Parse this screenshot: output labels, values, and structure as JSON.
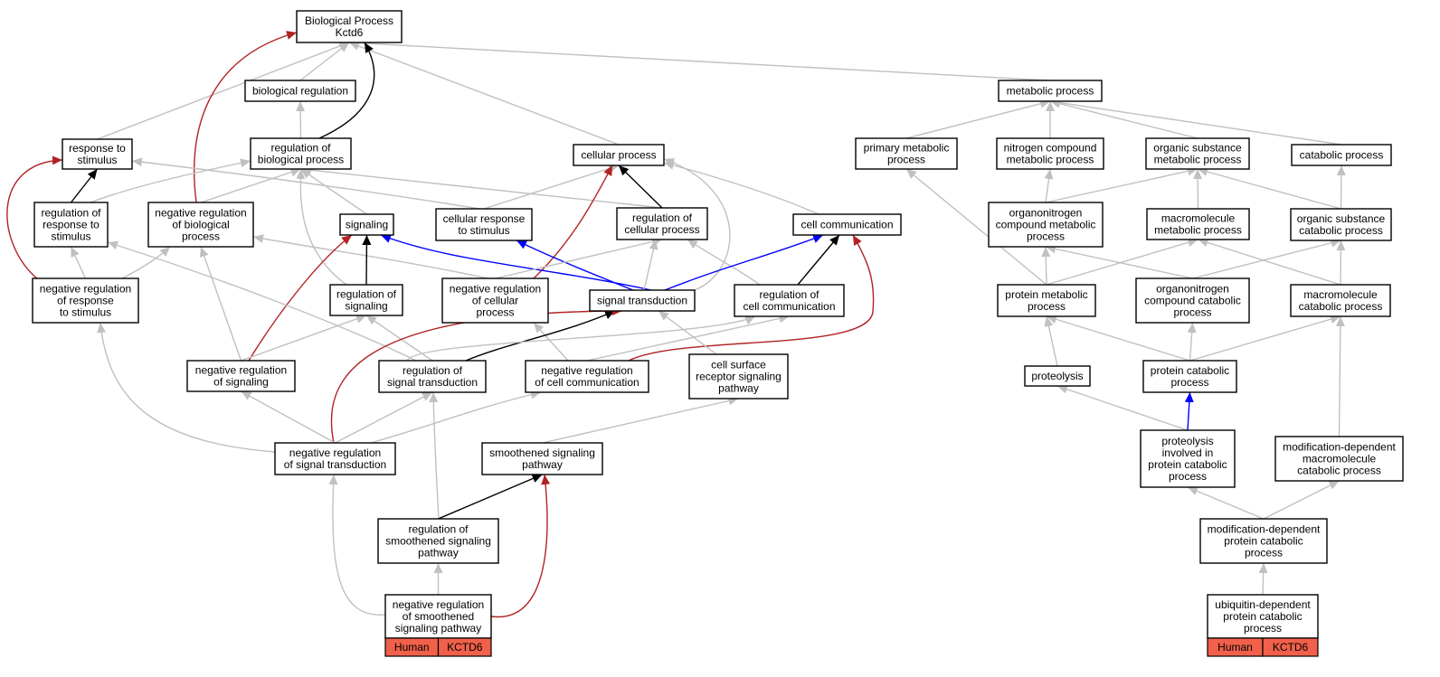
{
  "colors": {
    "is_a": "#c0c0c0",
    "part_of": "#000000",
    "negatively_regulates": "#b22222",
    "positively_regulates": "#0000ff",
    "annotation_fill": "#f0604a"
  },
  "nodes": [
    {
      "id": "root",
      "label": [
        "Biological Process",
        "Kctd6"
      ]
    },
    {
      "id": "bioreg",
      "label": [
        "biological regulation"
      ]
    },
    {
      "id": "metab",
      "label": [
        "metabolic process"
      ]
    },
    {
      "id": "resp",
      "label": [
        "response to",
        "stimulus"
      ]
    },
    {
      "id": "regbio",
      "label": [
        "regulation of",
        "biological process"
      ]
    },
    {
      "id": "cellproc",
      "label": [
        "cellular process"
      ]
    },
    {
      "id": "primmet",
      "label": [
        "primary metabolic",
        "process"
      ]
    },
    {
      "id": "nitromet",
      "label": [
        "nitrogen compound",
        "metabolic process"
      ]
    },
    {
      "id": "orgsubmet",
      "label": [
        "organic substance",
        "metabolic process"
      ]
    },
    {
      "id": "catab",
      "label": [
        "catabolic process"
      ]
    },
    {
      "id": "regresp",
      "label": [
        "regulation of",
        "response to",
        "stimulus"
      ]
    },
    {
      "id": "negregbio",
      "label": [
        "negative regulation",
        "of biological",
        "process"
      ]
    },
    {
      "id": "signaling",
      "label": [
        "signaling"
      ]
    },
    {
      "id": "cellresp",
      "label": [
        "cellular response",
        "to stimulus"
      ]
    },
    {
      "id": "regcell",
      "label": [
        "regulation of",
        "cellular process"
      ]
    },
    {
      "id": "cellcomm",
      "label": [
        "cell communication"
      ]
    },
    {
      "id": "orgnitromet",
      "label": [
        "organonitrogen",
        "compound metabolic",
        "process"
      ]
    },
    {
      "id": "macromet",
      "label": [
        "macromolecule",
        "metabolic process"
      ]
    },
    {
      "id": "orgsubcat",
      "label": [
        "organic substance",
        "catabolic process"
      ]
    },
    {
      "id": "negregresp",
      "label": [
        "negative regulation",
        "of response",
        "to stimulus"
      ]
    },
    {
      "id": "regsig",
      "label": [
        "regulation of",
        "signaling"
      ]
    },
    {
      "id": "negregcell",
      "label": [
        "negative regulation",
        "of cellular",
        "process"
      ]
    },
    {
      "id": "sigtrans",
      "label": [
        "signal transduction"
      ]
    },
    {
      "id": "regcellcomm",
      "label": [
        "regulation of",
        "cell communication"
      ]
    },
    {
      "id": "protmet",
      "label": [
        "protein metabolic",
        "process"
      ]
    },
    {
      "id": "orgnitrocat",
      "label": [
        "organonitrogen",
        "compound catabolic",
        "process"
      ]
    },
    {
      "id": "macrocat",
      "label": [
        "macromolecule",
        "catabolic process"
      ]
    },
    {
      "id": "negregsig",
      "label": [
        "negative regulation",
        "of signaling"
      ]
    },
    {
      "id": "regsigtrans",
      "label": [
        "regulation of",
        "signal transduction"
      ]
    },
    {
      "id": "negregcellcomm",
      "label": [
        "negative regulation",
        "of cell communication"
      ]
    },
    {
      "id": "cellsurf",
      "label": [
        "cell surface",
        "receptor signaling",
        "pathway"
      ]
    },
    {
      "id": "proteolysis",
      "label": [
        "proteolysis"
      ]
    },
    {
      "id": "protcat",
      "label": [
        "protein catabolic",
        "process"
      ]
    },
    {
      "id": "negregsigtrans",
      "label": [
        "negative regulation",
        "of signal transduction"
      ]
    },
    {
      "id": "smooth",
      "label": [
        "smoothened signaling",
        "pathway"
      ]
    },
    {
      "id": "proteolysiscat",
      "label": [
        "proteolysis",
        "involved in",
        "protein catabolic",
        "process"
      ]
    },
    {
      "id": "moddepmacro",
      "label": [
        "modification-dependent",
        "macromolecule",
        "catabolic process"
      ]
    },
    {
      "id": "regsmooth",
      "label": [
        "regulation of",
        "smoothened signaling",
        "pathway"
      ]
    },
    {
      "id": "moddepprot",
      "label": [
        "modification-dependent",
        "protein catabolic",
        "process"
      ]
    },
    {
      "id": "negregsmooth",
      "label": [
        "negative regulation",
        "of smoothened",
        "signaling pathway"
      ]
    },
    {
      "id": "ubiq",
      "label": [
        "ubiquitin-dependent",
        "protein catabolic",
        "process"
      ]
    }
  ],
  "annotations": [
    {
      "node": "negregsmooth",
      "species": "Human",
      "gene": "KCTD6"
    },
    {
      "node": "ubiq",
      "species": "Human",
      "gene": "KCTD6"
    }
  ],
  "edges": [
    {
      "from": "bioreg",
      "to": "root",
      "type": "is_a"
    },
    {
      "from": "resp",
      "to": "root",
      "type": "is_a"
    },
    {
      "from": "cellproc",
      "to": "root",
      "type": "is_a"
    },
    {
      "from": "metab",
      "to": "root",
      "type": "is_a"
    },
    {
      "from": "regbio",
      "to": "root",
      "type": "part_of"
    },
    {
      "from": "negregbio",
      "to": "root",
      "type": "negatively_regulates"
    },
    {
      "from": "regbio",
      "to": "bioreg",
      "type": "is_a"
    },
    {
      "from": "primmet",
      "to": "metab",
      "type": "is_a"
    },
    {
      "from": "nitromet",
      "to": "metab",
      "type": "is_a"
    },
    {
      "from": "orgsubmet",
      "to": "metab",
      "type": "is_a"
    },
    {
      "from": "catab",
      "to": "metab",
      "type": "is_a"
    },
    {
      "from": "cellresp",
      "to": "resp",
      "type": "is_a"
    },
    {
      "from": "regresp",
      "to": "resp",
      "type": "part_of"
    },
    {
      "from": "negregresp",
      "to": "resp",
      "type": "negatively_regulates"
    },
    {
      "from": "regresp",
      "to": "regbio",
      "type": "is_a"
    },
    {
      "from": "negregbio",
      "to": "regbio",
      "type": "is_a"
    },
    {
      "from": "signaling",
      "to": "regbio",
      "type": "is_a"
    },
    {
      "from": "regcell",
      "to": "regbio",
      "type": "is_a"
    },
    {
      "from": "regsig",
      "to": "regbio",
      "type": "is_a"
    },
    {
      "from": "cellresp",
      "to": "cellproc",
      "type": "is_a"
    },
    {
      "from": "cellcomm",
      "to": "cellproc",
      "type": "is_a"
    },
    {
      "from": "sigtrans",
      "to": "cellproc",
      "type": "is_a"
    },
    {
      "from": "regcell",
      "to": "cellproc",
      "type": "part_of"
    },
    {
      "from": "negregcell",
      "to": "cellproc",
      "type": "negatively_regulates"
    },
    {
      "from": "protmet",
      "to": "primmet",
      "type": "is_a"
    },
    {
      "from": "orgnitromet",
      "to": "nitromet",
      "type": "is_a"
    },
    {
      "from": "orgnitromet",
      "to": "orgsubmet",
      "type": "is_a"
    },
    {
      "from": "macromet",
      "to": "orgsubmet",
      "type": "is_a"
    },
    {
      "from": "orgsubcat",
      "to": "orgsubmet",
      "type": "is_a"
    },
    {
      "from": "orgsubcat",
      "to": "catab",
      "type": "is_a"
    },
    {
      "from": "negregresp",
      "to": "regresp",
      "type": "is_a"
    },
    {
      "from": "negregresp",
      "to": "negregbio",
      "type": "is_a"
    },
    {
      "from": "negregsig",
      "to": "negregbio",
      "type": "is_a"
    },
    {
      "from": "negregcell",
      "to": "negregbio",
      "type": "is_a"
    },
    {
      "from": "regsig",
      "to": "signaling",
      "type": "part_of"
    },
    {
      "from": "negregsig",
      "to": "signaling",
      "type": "negatively_regulates"
    },
    {
      "from": "sigtrans",
      "to": "signaling",
      "type": "positively_regulates"
    },
    {
      "from": "sigtrans",
      "to": "cellresp",
      "type": "positively_regulates"
    },
    {
      "from": "negregcell",
      "to": "regcell",
      "type": "is_a"
    },
    {
      "from": "sigtrans",
      "to": "regcell",
      "type": "is_a"
    },
    {
      "from": "regcellcomm",
      "to": "regcell",
      "type": "is_a"
    },
    {
      "from": "regcellcomm",
      "to": "cellcomm",
      "type": "part_of"
    },
    {
      "from": "sigtrans",
      "to": "cellcomm",
      "type": "positively_regulates"
    },
    {
      "from": "negregcellcomm",
      "to": "cellcomm",
      "type": "negatively_regulates"
    },
    {
      "from": "protmet",
      "to": "orgnitromet",
      "type": "is_a"
    },
    {
      "from": "orgnitrocat",
      "to": "orgnitromet",
      "type": "is_a"
    },
    {
      "from": "protmet",
      "to": "macromet",
      "type": "is_a"
    },
    {
      "from": "macrocat",
      "to": "macromet",
      "type": "is_a"
    },
    {
      "from": "orgnitrocat",
      "to": "orgsubcat",
      "type": "is_a"
    },
    {
      "from": "macrocat",
      "to": "orgsubcat",
      "type": "is_a"
    },
    {
      "from": "negregsigtrans",
      "to": "negregresp",
      "type": "is_a"
    },
    {
      "from": "regsigtrans",
      "to": "regresp",
      "type": "is_a"
    },
    {
      "from": "negregsig",
      "to": "regsig",
      "type": "is_a"
    },
    {
      "from": "regsigtrans",
      "to": "regsig",
      "type": "is_a"
    },
    {
      "from": "negregcellcomm",
      "to": "negregcell",
      "type": "is_a"
    },
    {
      "from": "cellsurf",
      "to": "sigtrans",
      "type": "is_a"
    },
    {
      "from": "regsigtrans",
      "to": "sigtrans",
      "type": "part_of"
    },
    {
      "from": "negregsigtrans",
      "to": "sigtrans",
      "type": "negatively_regulates"
    },
    {
      "from": "regsigtrans",
      "to": "regcellcomm",
      "type": "is_a"
    },
    {
      "from": "negregcellcomm",
      "to": "regcellcomm",
      "type": "is_a"
    },
    {
      "from": "proteolysis",
      "to": "protmet",
      "type": "is_a"
    },
    {
      "from": "protcat",
      "to": "protmet",
      "type": "is_a"
    },
    {
      "from": "protcat",
      "to": "orgnitrocat",
      "type": "is_a"
    },
    {
      "from": "protcat",
      "to": "macrocat",
      "type": "is_a"
    },
    {
      "from": "moddepmacro",
      "to": "macrocat",
      "type": "is_a"
    },
    {
      "from": "negregsigtrans",
      "to": "negregsig",
      "type": "is_a"
    },
    {
      "from": "negregsigtrans",
      "to": "regsigtrans",
      "type": "is_a"
    },
    {
      "from": "negregsigtrans",
      "to": "negregcellcomm",
      "type": "is_a"
    },
    {
      "from": "smooth",
      "to": "cellsurf",
      "type": "is_a"
    },
    {
      "from": "proteolysiscat",
      "to": "proteolysis",
      "type": "is_a"
    },
    {
      "from": "proteolysiscat",
      "to": "protcat",
      "type": "positively_regulates"
    },
    {
      "from": "moddepprot",
      "to": "proteolysiscat",
      "type": "is_a"
    },
    {
      "from": "moddepprot",
      "to": "moddepmacro",
      "type": "is_a"
    },
    {
      "from": "regsmooth",
      "to": "regsigtrans",
      "type": "is_a"
    },
    {
      "from": "regsmooth",
      "to": "smooth",
      "type": "part_of"
    },
    {
      "from": "negregsmooth",
      "to": "regsmooth",
      "type": "is_a"
    },
    {
      "from": "negregsmooth",
      "to": "negregsigtrans",
      "type": "is_a"
    },
    {
      "from": "negregsmooth",
      "to": "smooth",
      "type": "negatively_regulates"
    },
    {
      "from": "ubiq",
      "to": "moddepprot",
      "type": "is_a"
    }
  ]
}
